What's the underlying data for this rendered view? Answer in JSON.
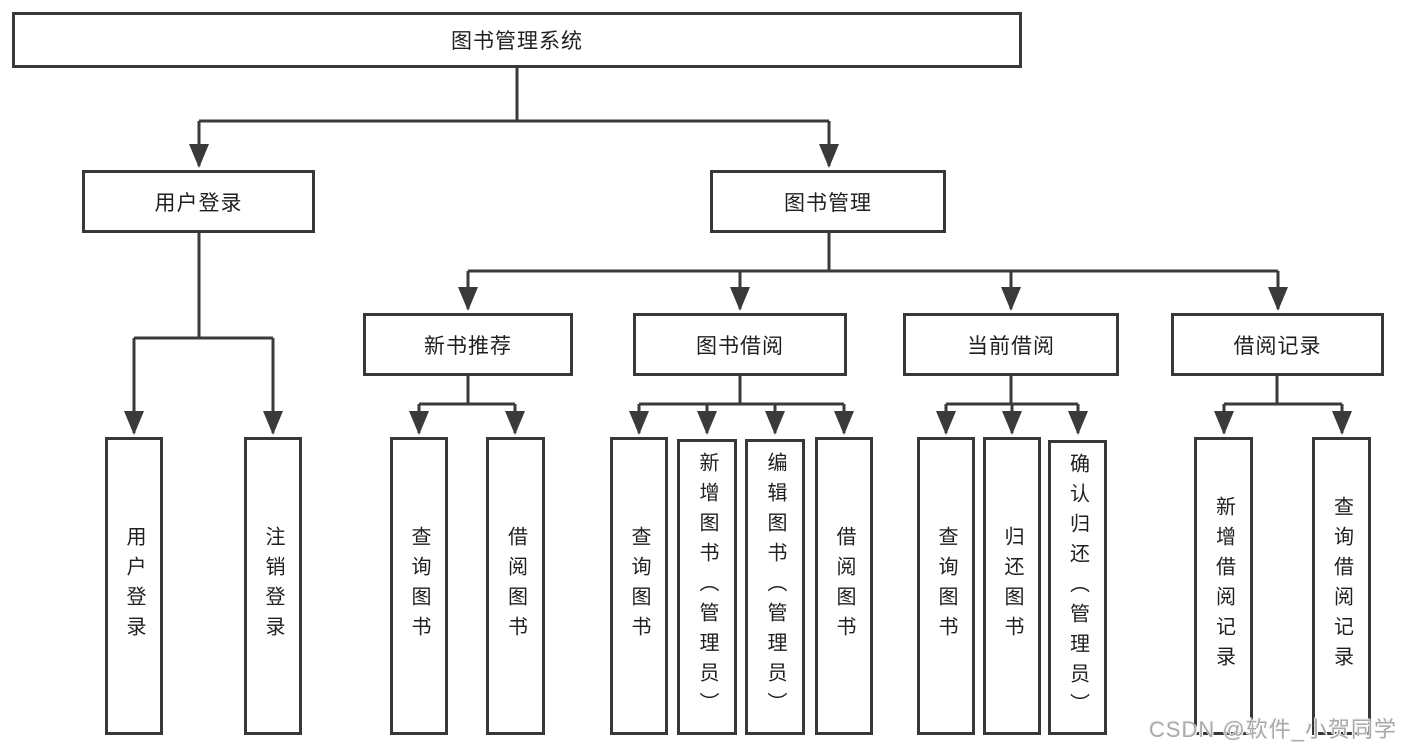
{
  "diagram": {
    "root": {
      "label": "图书管理系统"
    },
    "level2": {
      "user_login": {
        "label": "用户登录"
      },
      "book_management": {
        "label": "图书管理"
      }
    },
    "level3": {
      "new_book_recommend": {
        "label": "新书推荐"
      },
      "book_borrow": {
        "label": "图书借阅"
      },
      "current_borrow": {
        "label": "当前借阅"
      },
      "borrow_records": {
        "label": "借阅记录"
      }
    },
    "leaves": {
      "user_login": {
        "label": "用户登录"
      },
      "logout": {
        "label": "注销登录"
      },
      "recommend_query_books": {
        "label": "查询图书"
      },
      "recommend_borrow_books": {
        "label": "借阅图书"
      },
      "borrow_query_books": {
        "label": "查询图书"
      },
      "borrow_add_books": {
        "label": "新增图书（管理员）"
      },
      "borrow_edit_books": {
        "label": "编辑图书（管理员）"
      },
      "borrow_borrow_books": {
        "label": "借阅图书"
      },
      "current_query_books": {
        "label": "查询图书"
      },
      "current_return_books": {
        "label": "归还图书"
      },
      "current_confirm_return": {
        "label": "确认归还（管理员）"
      },
      "records_add_record": {
        "label": "新增借阅记录"
      },
      "records_query_record": {
        "label": "查询借阅记录"
      }
    },
    "watermark": "CSDN @软件_小贺同学",
    "colors": {
      "line": "#3a3a3a",
      "border": "#383838",
      "text": "#1f1f1f",
      "watermark": "#aaaaaa",
      "background": "#ffffff"
    }
  }
}
